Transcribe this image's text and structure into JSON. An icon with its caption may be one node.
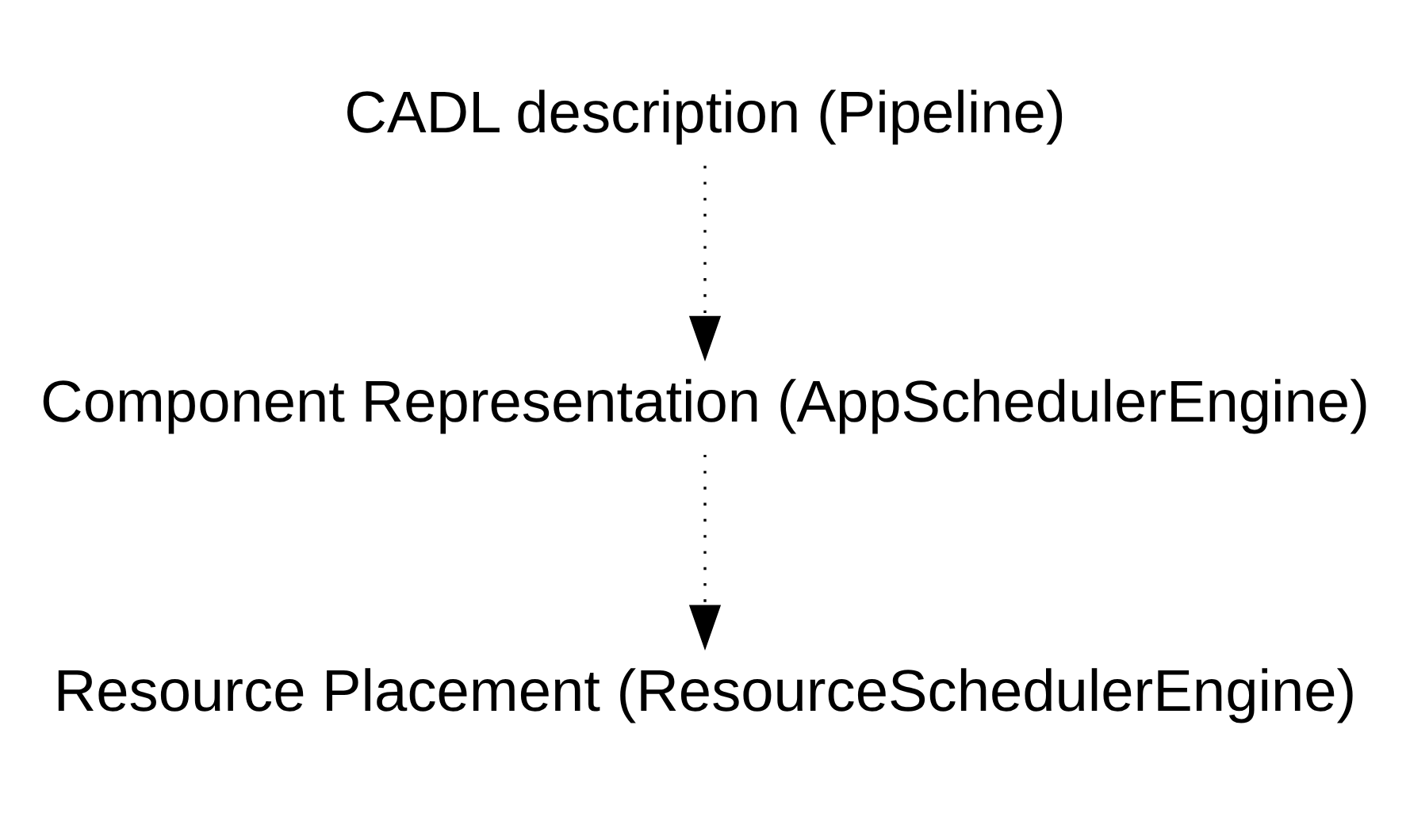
{
  "diagram": {
    "nodes": [
      {
        "text": [
          "CADL description (Pipeline)"
        ]
      },
      {
        "text": [
          "Component Representation (AppSchedulerEngine)"
        ]
      },
      {
        "text": [
          "Resource Placement (ResourceSchedulerEngine)"
        ]
      }
    ],
    "edges": [
      {
        "from": 0,
        "to": 1,
        "arrow": "to",
        "style": "dashed"
      },
      {
        "from": 1,
        "to": 2,
        "arrow": "to",
        "style": "dashed"
      }
    ]
  }
}
